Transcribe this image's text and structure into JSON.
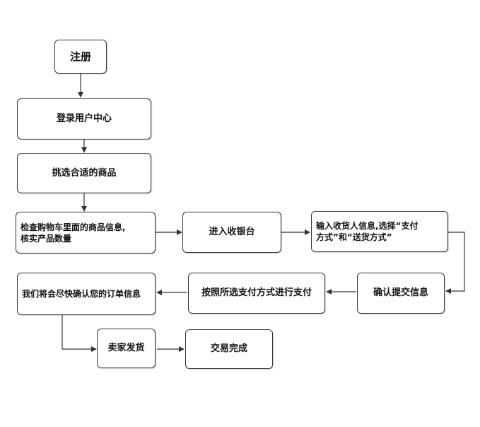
{
  "steps": {
    "register": "注册",
    "login": "登录用户中心",
    "select_goods": "挑选合适的商品",
    "check_cart_line1": "检查购物车里面的商品信息,",
    "check_cart_line2": "核实产品数量",
    "checkout": "进入收银台",
    "input_info_line1": "输入收货人信息,选择“支付",
    "input_info_line2": "方式”和“送货方式”",
    "submit": "确认提交信息",
    "pay": "按照所选支付方式进行支付",
    "confirm_order": "我们将会尽快确认您的订单信息",
    "ship": "卖家发货",
    "complete": "交易完成"
  }
}
